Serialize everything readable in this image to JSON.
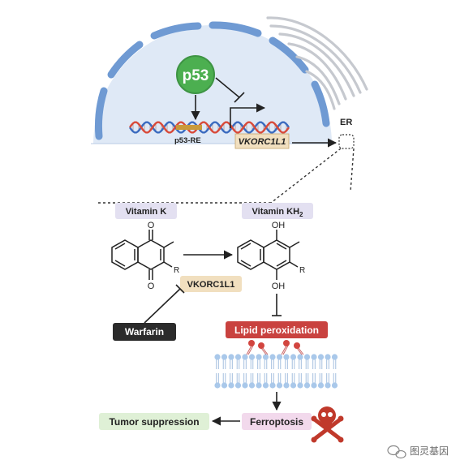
{
  "nucleus": {
    "p53_label": "p53",
    "p53_re_label": "p53-RE",
    "gene_label": "VKORC1L1",
    "er_label": "ER"
  },
  "pathway": {
    "vitamin_k_label": "Vitamin K",
    "vitamin_kh2_label": "Vitamin KH",
    "vitamin_kh2_subscript": "2",
    "enzyme_label": "VKORC1L1",
    "inhibitor_label": "Warfarin",
    "lipid_peroxidation_label": "Lipid peroxidation",
    "ferroptosis_label": "Ferroptosis",
    "tumor_suppression_label": "Tumor suppression"
  },
  "molecules": {
    "quinone_top": "O",
    "quinone_bottom": "O",
    "quinone_r": "R",
    "hydroquinone_top": "OH",
    "hydroquinone_bottom": "OH",
    "hydroquinone_r": "R"
  },
  "watermark": {
    "text": "图灵基因"
  },
  "colors": {
    "nucleus_fill": "#dfe9f6",
    "nuclear_envelope": "#6f9ad3",
    "p53_green": "#4caf50",
    "dna_red": "#d84a3a",
    "dna_blue": "#3b6bbf",
    "gene_box": "#f1dfbf",
    "vitamin_box": "#e3e0f1",
    "warfarin_box": "#2b2b2b",
    "lipid_box": "#c9423f",
    "ferroptosis_box": "#f2d9ec",
    "tumor_box": "#dff0d6",
    "membrane_head": "#a9c8ea",
    "oxidized_head": "#d2453f"
  }
}
